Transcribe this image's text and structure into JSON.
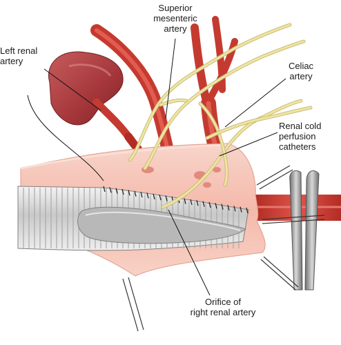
{
  "labels": {
    "superior_mesenteric_artery": "Superior\nmesenteric\nartery",
    "left_renal_artery": "Left renal\nartery",
    "celiac_artery": "Celiac\nartery",
    "renal_cold_perfusion_catheters": "Renal cold\nperfusion\ncatheters",
    "orifice_right_renal_artery": "Orifice of\nright renal artery"
  },
  "colors": {
    "artery": "#cc3b2f",
    "kidney": "#a4363a",
    "aortic_wall": "#f6c9bd",
    "graft": "#dcdcdc",
    "catheter": "#efe5a2",
    "clamp": "#8a8a8a"
  }
}
